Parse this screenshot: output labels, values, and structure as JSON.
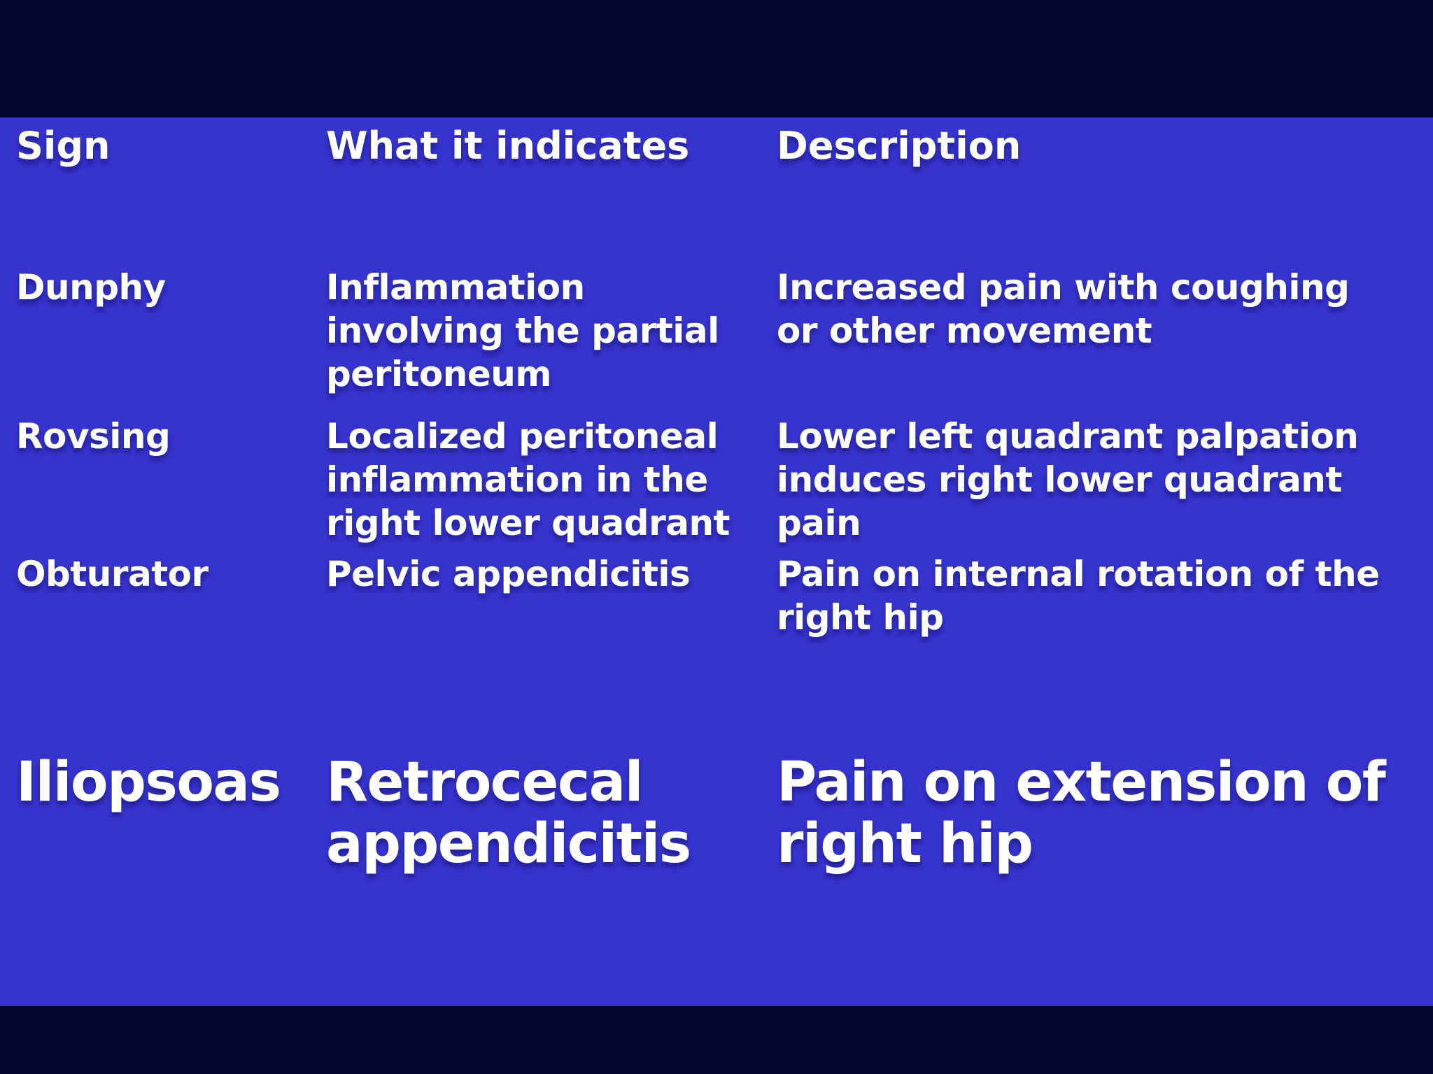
{
  "colors": {
    "background": "#04052f",
    "panel": "#3533cd",
    "text": "#ffffff"
  },
  "table": {
    "headers": [
      "Sign",
      "What it indicates",
      "Description"
    ],
    "rows": [
      {
        "sign": "Dunphy",
        "indicates": "Inflammation\ninvolving the partial\nperitoneum",
        "description": "Increased pain with coughing\nor other movement"
      },
      {
        "sign": "Rovsing",
        "indicates": "Localized peritoneal\ninflammation in the\nright lower quadrant",
        "description": "Lower left quadrant palpation\ninduces right lower quadrant\npain"
      },
      {
        "sign": "Obturator",
        "indicates": "Pelvic appendicitis",
        "description": "Pain on internal rotation of the\nright hip"
      },
      {
        "sign": "Iliopsoas",
        "indicates": "Retrocecal\nappendicitis",
        "description": "Pain on extension of\nright hip"
      }
    ]
  }
}
